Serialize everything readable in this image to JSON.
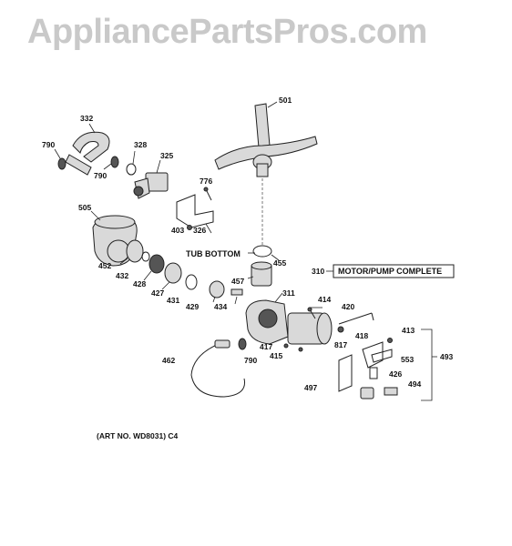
{
  "watermark": "AppliancePartsPros.com",
  "part_labels": [
    {
      "id": "501",
      "text": "501"
    },
    {
      "id": "332",
      "text": "332"
    },
    {
      "id": "790a",
      "text": "790"
    },
    {
      "id": "328",
      "text": "328"
    },
    {
      "id": "325",
      "text": "325"
    },
    {
      "id": "790b",
      "text": "790"
    },
    {
      "id": "776",
      "text": "776"
    },
    {
      "id": "505",
      "text": "505"
    },
    {
      "id": "403",
      "text": "403"
    },
    {
      "id": "326",
      "text": "326"
    },
    {
      "id": "455",
      "text": "455"
    },
    {
      "id": "452",
      "text": "452"
    },
    {
      "id": "432",
      "text": "432"
    },
    {
      "id": "428",
      "text": "428"
    },
    {
      "id": "427",
      "text": "427"
    },
    {
      "id": "431",
      "text": "431"
    },
    {
      "id": "429",
      "text": "429"
    },
    {
      "id": "434",
      "text": "434"
    },
    {
      "id": "457",
      "text": "457"
    },
    {
      "id": "311",
      "text": "311"
    },
    {
      "id": "310",
      "text": "310"
    },
    {
      "id": "414",
      "text": "414"
    },
    {
      "id": "420",
      "text": "420"
    },
    {
      "id": "413",
      "text": "413"
    },
    {
      "id": "418",
      "text": "418"
    },
    {
      "id": "817",
      "text": "817"
    },
    {
      "id": "417",
      "text": "417"
    },
    {
      "id": "415",
      "text": "415"
    },
    {
      "id": "553",
      "text": "553"
    },
    {
      "id": "493",
      "text": "493"
    },
    {
      "id": "462",
      "text": "462"
    },
    {
      "id": "790c",
      "text": "790"
    },
    {
      "id": "426",
      "text": "426"
    },
    {
      "id": "497",
      "text": "497"
    },
    {
      "id": "494",
      "text": "494"
    }
  ],
  "callouts": {
    "tub_bottom": "TUB BOTTOM",
    "motor_pump": "MOTOR/PUMP COMPLETE",
    "art_no": "(ART NO. WD8031) C4"
  }
}
